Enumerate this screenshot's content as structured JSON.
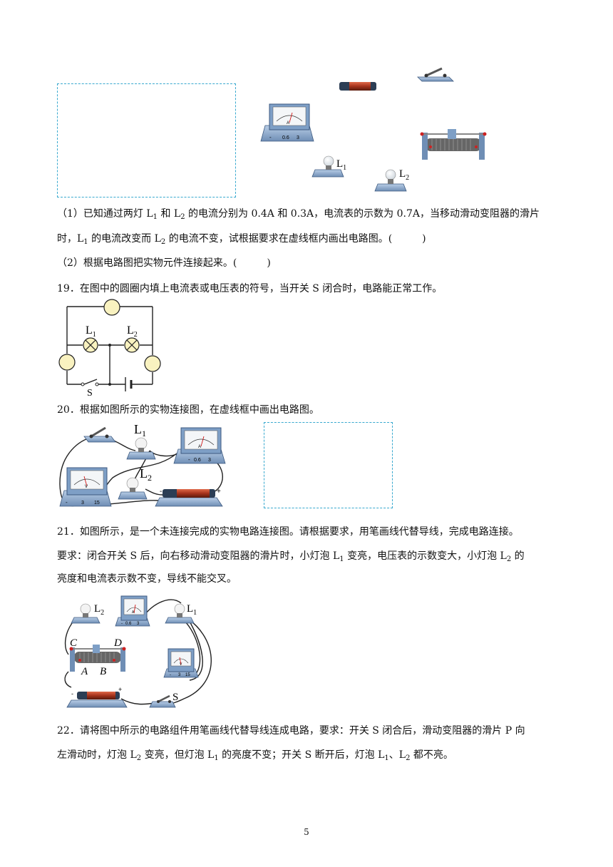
{
  "q18": {
    "labels": {
      "L1": "L",
      "L1_sub": "1",
      "L2": "L",
      "L2_sub": "2"
    },
    "ammeter_scale": {
      "neg": "-",
      "a": "0.6",
      "b": "3",
      "unit": "A"
    },
    "part1_line1_a": "（1）已知通过两灯 L",
    "part1_line1_b": " 和 L",
    "part1_line1_c": " 的电流分别为 0.4A 和 0.3A，电流表的示数为 0.7A，当移动滑动变阻器的滑片",
    "part1_line2_a": "时，L",
    "part1_line2_b": " 的电流改变而 L",
    "part1_line2_c": " 的电流不变，试根据要求在虚线框内画出电路图。(　　　)",
    "part2": "（2）根据电路图把实物元件连接起来。(　　　)"
  },
  "q19": {
    "text": "19．在图中的圆圈内填上电流表或电压表的符号，当开关 S 闭合时，电路能正常工作。",
    "labels": {
      "L1": "L",
      "L1_sub": "1",
      "L2": "L",
      "L2_sub": "2",
      "S": "S"
    }
  },
  "q20": {
    "text": "20．根据如图所示的实物连接图，在虚线框中画出电路图。",
    "labels": {
      "L1": "L",
      "L1_sub": "1",
      "L2": "L",
      "L2_sub": "2"
    },
    "ammeter_scale": {
      "neg": "-",
      "a": "0.6",
      "b": "3",
      "unit": "A"
    },
    "voltmeter_scale": {
      "neg": "-",
      "a": "3",
      "b": "15",
      "unit": "V"
    },
    "battery": {
      "neg": "-",
      "pos": "+"
    }
  },
  "q21": {
    "line1": "21．如图所示，是一个未连接完成的实物电路连接图。请根据要求，用笔画线代替导线，完成电路连接。",
    "line2_a": "要求：闭合开关 S 后，向右移动滑动变阻器的滑片时，小灯泡 L",
    "line2_b": " 变亮，电压表的示数变大，小灯泡 L",
    "line2_c": " 的",
    "line3": "亮度和电流表示数不变，导线不能交叉。",
    "labels": {
      "L1": "L",
      "L1_sub": "1",
      "L2": "L",
      "L2_sub": "2",
      "S": "S",
      "A": "A",
      "B": "B",
      "C": "C",
      "D": "D"
    },
    "ammeter_scale": {
      "neg": "-",
      "a": "0.6",
      "b": "3",
      "unit": "A"
    },
    "voltmeter_scale": {
      "neg": "-",
      "a": "3",
      "b": "15",
      "unit": "V"
    },
    "battery": {
      "neg": "-",
      "pos": "+"
    }
  },
  "q22": {
    "line1_a": "22．请将图中所示的电路组件用笔画线代替导线连成电路，要求：开关 S 闭合后，滑动变阻器的滑片 P 向",
    "line2_a": "左滑动时，灯泡 L",
    "line2_b": " 变亮，但灯泡 L",
    "line2_c": " 的亮度不变；开关 S 断开后，灯泡 L",
    "line2_d": "、L",
    "line2_e": " 都不亮。"
  },
  "sub": {
    "one": "1",
    "two": "2"
  },
  "page_number": "5",
  "colors": {
    "dash": "#38a9cf",
    "device": "#6f8eb5",
    "device_dark": "#3d5a80",
    "wire": "#222222",
    "bulb_fill": "#f9f2c0"
  }
}
